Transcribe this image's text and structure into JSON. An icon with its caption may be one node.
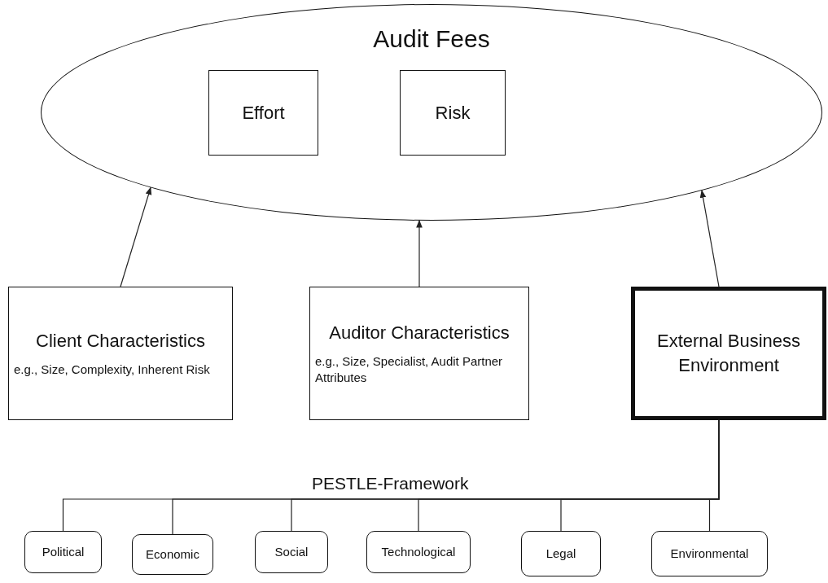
{
  "diagram": {
    "nodes": [
      {
        "text": [
          "Audit Fees"
        ]
      },
      {
        "text": [
          "Effort"
        ],
        "in": 0
      },
      {
        "text": [
          "Risk"
        ],
        "in": 0
      },
      {
        "text": [
          "Client Characteristics",
          "e.g., Size, Complexity, Inherent Risk"
        ]
      },
      {
        "text": [
          "Auditor Characteristics",
          "e.g., Size, Specialist, Audit Partner Attributes"
        ]
      },
      {
        "text": [
          "External Business Environment"
        ]
      },
      {
        "text": [
          "Political"
        ]
      },
      {
        "text": [
          "Economic"
        ]
      },
      {
        "text": [
          "Social"
        ]
      },
      {
        "text": [
          "Technological"
        ]
      },
      {
        "text": [
          "Legal"
        ]
      },
      {
        "text": [
          "Environmental"
        ]
      }
    ],
    "edges": [
      {
        "from": 3,
        "to": 0,
        "arrow": "to"
      },
      {
        "from": 4,
        "to": 0,
        "arrow": "to"
      },
      {
        "from": 5,
        "to": 0,
        "arrow": "to"
      },
      {
        "from": 5,
        "to": 6,
        "arrow": "none"
      },
      {
        "from": 5,
        "to": 7,
        "arrow": "none"
      },
      {
        "from": 5,
        "to": 8,
        "arrow": "none"
      },
      {
        "from": 5,
        "to": 9,
        "arrow": "none"
      },
      {
        "from": 5,
        "to": 10,
        "arrow": "none"
      },
      {
        "from": 5,
        "to": 11,
        "arrow": "none"
      }
    ],
    "labels": [
      "PESTLE-Framework"
    ]
  }
}
